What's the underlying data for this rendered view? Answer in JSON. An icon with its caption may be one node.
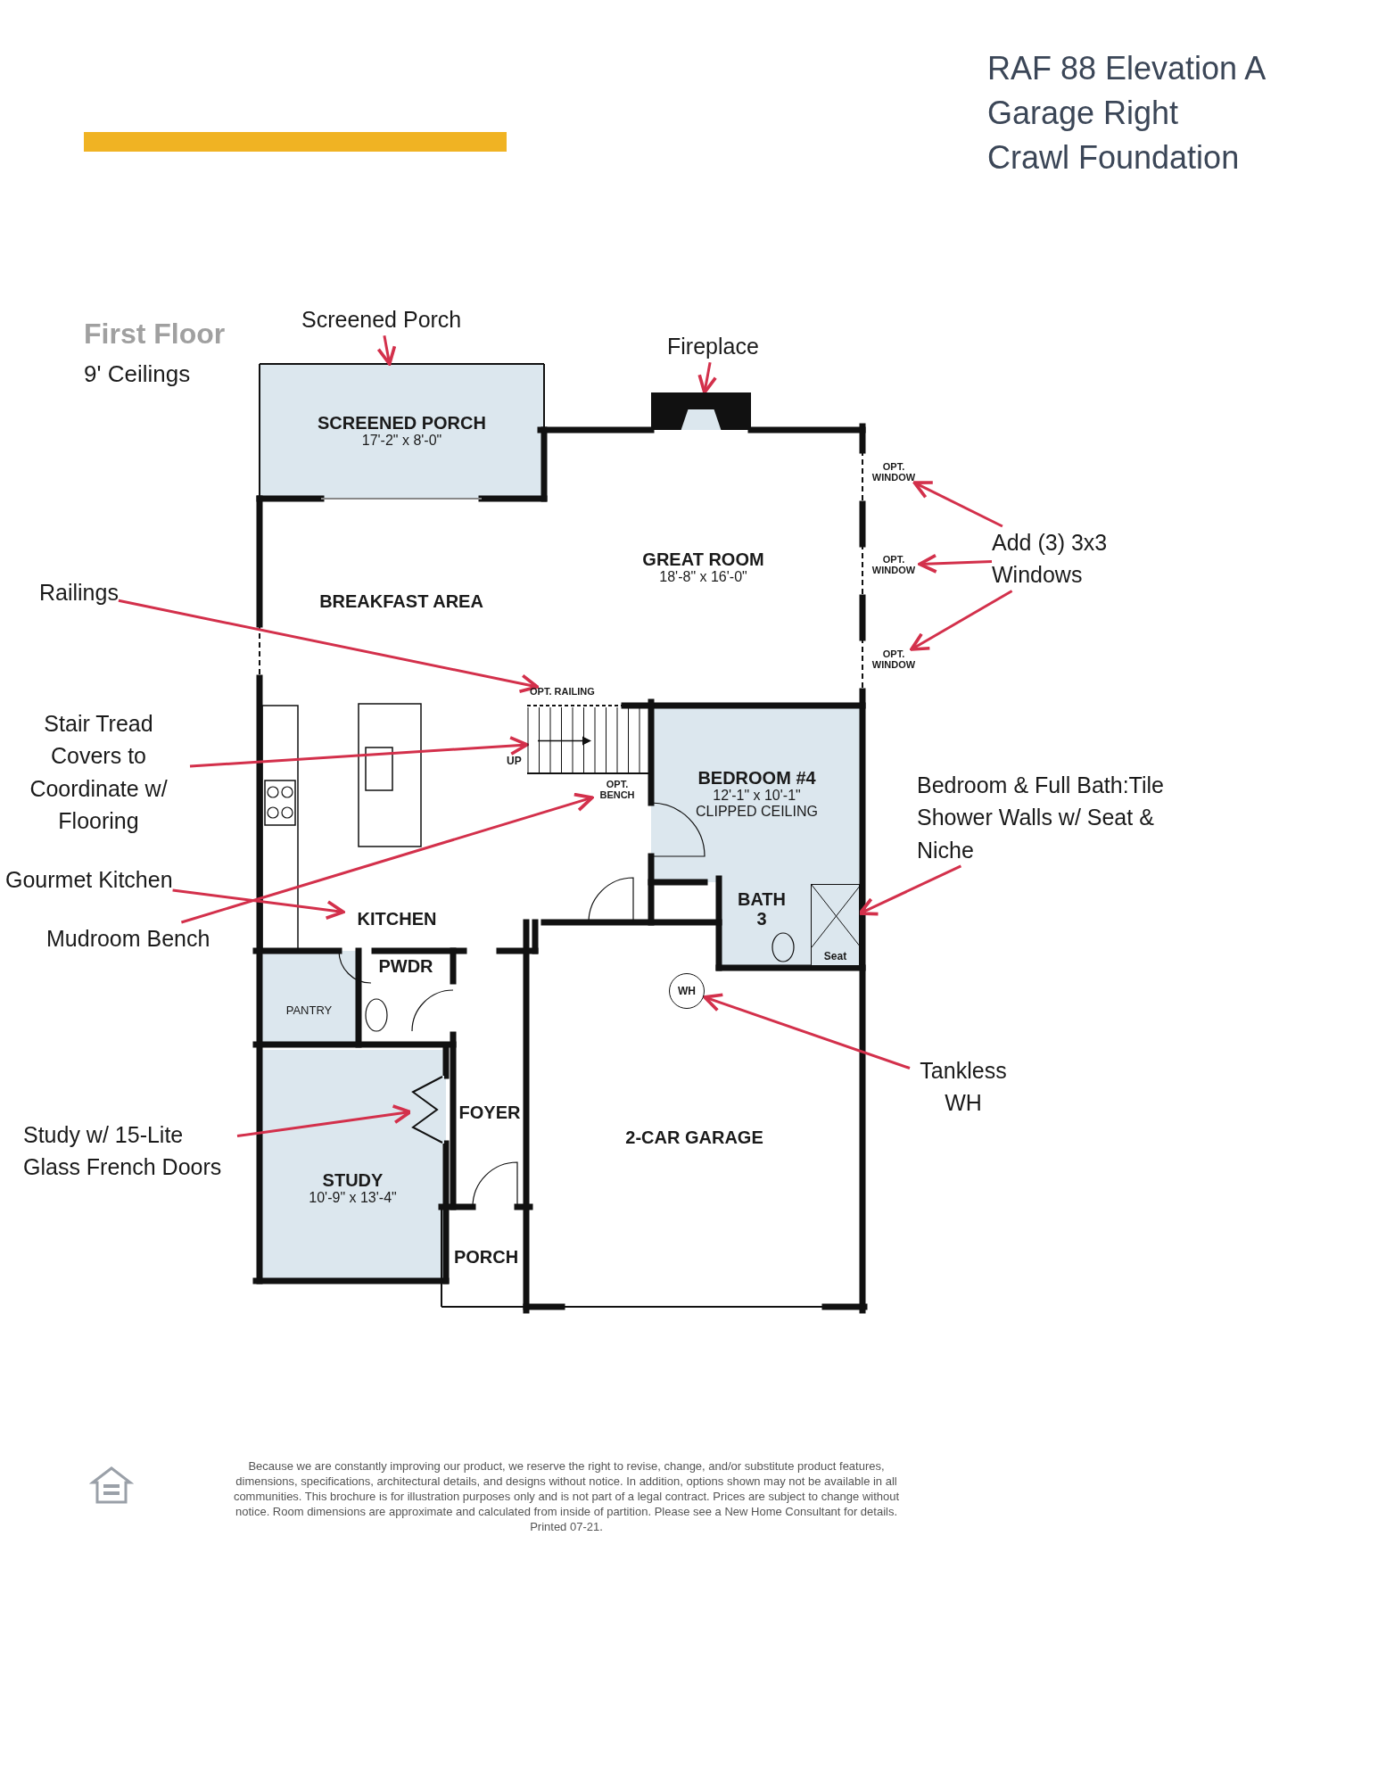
{
  "diagram": {
    "nodes": [
      {
        "text": [
          "Screened Porch"
        ]
      },
      {
        "text": [
          "SCREENED PORCH",
          "17'-2\" x 8'-0\""
        ]
      },
      {
        "text": [
          "Fireplace"
        ]
      },
      {
        "text": [],
        "shape": "picture"
      },
      {
        "text": [
          "Add (3) 3x3 Windows"
        ]
      },
      {
        "text": [
          "GREAT ROOM",
          "18'-8\" x 16'-0\""
        ]
      },
      {
        "text": [
          "OPT. WINDOW"
        ]
      },
      {
        "text": [
          "OPT. WINDOW"
        ]
      },
      {
        "text": [
          "OPT. WINDOW"
        ]
      },
      {
        "text": [
          "Railings"
        ]
      },
      {
        "text": [
          "BREAKFAST AREA"
        ]
      },
      {
        "text": [
          "OPT. RAILING"
        ]
      },
      {
        "text": [
          "Stair Tread Covers to Coordinate w/ Flooring"
        ]
      },
      {
        "text": [],
        "shape": "picture"
      },
      {
        "text": [
          "BEDROOM #4",
          "12'-1\" x 10'-1\"",
          "CLIPPED CEILING"
        ]
      },
      {
        "text": [
          "Bedroom & Full Bath:Tile Shower Walls w/ Seat & Niche"
        ]
      },
      {
        "text": [
          "Gourmet Kitchen"
        ]
      },
      {
        "text": [
          "KITCHEN"
        ]
      },
      {
        "text": [
          "Mudroom Bench"
        ]
      },
      {
        "text": [
          "OPT. BENCH"
        ]
      },
      {
        "text": [
          "BATH 3"
        ]
      },
      {
        "text": [
          "Seat"
        ],
        "in": 20
      },
      {
        "text": [
          "2-CAR GARAGE"
        ]
      },
      {
        "text": [
          "WH"
        ],
        "in": 22
      },
      {
        "text": [
          "Tankless WH"
        ]
      },
      {
        "text": [
          "PANTRY"
        ]
      },
      {
        "text": [
          "PWDR"
        ]
      },
      {
        "text": [
          "Study w/ 15-Lite Glass French Doors"
        ]
      },
      {
        "text": [
          "STUDY",
          "10'-9\" x 13'-4\""
        ]
      },
      {
        "text": [],
        "shape": "picture",
        "in": 28
      },
      {
        "text": [
          "FOYER"
        ]
      },
      {
        "text": [
          "PORCH"
        ]
      }
    ],
    "edges": [
      {
        "from": 0,
        "to": 1,
        "arrow": "to"
      },
      {
        "from": 2,
        "to": 3,
        "arrow": "to"
      },
      {
        "from": 4,
        "to": 6,
        "arrow": "to"
      },
      {
        "from": 4,
        "to": 7,
        "arrow": "to"
      },
      {
        "from": 4,
        "to": 8,
        "arrow": "to"
      },
      {
        "from": 9,
        "to": 11,
        "arrow": "to"
      },
      {
        "from": 12,
        "to": 13,
        "arrow": "to"
      },
      {
        "from": 15,
        "to": 21,
        "arrow": "to"
      },
      {
        "from": 16,
        "to": 17,
        "arrow": "to"
      },
      {
        "from": 18,
        "to": 19,
        "arrow": "to"
      },
      {
        "from": 24,
        "to": 23,
        "arrow": "to"
      },
      {
        "from": 27,
        "to": 29,
        "arrow": "to"
      }
    ],
    "labels": [
      "RAF 88 Elevation A",
      "Garage Right",
      "Crawl Foundation",
      "First Floor",
      "9' Ceilings",
      "UP",
      "Because we are constantly improving our product, we reserve the right to revise, change, and/or substitute product features, dimensions, specifications, architectural details, and designs without notice. In addition, options shown may not be available in all communities. This brochure is for illustration purposes only and is not part of a legal contract. Prices are subject to change without notice. Room dimensions are approximate and calculated from inside of partition. Please see a New Home Consultant for details. Printed 07-21."
    ]
  }
}
